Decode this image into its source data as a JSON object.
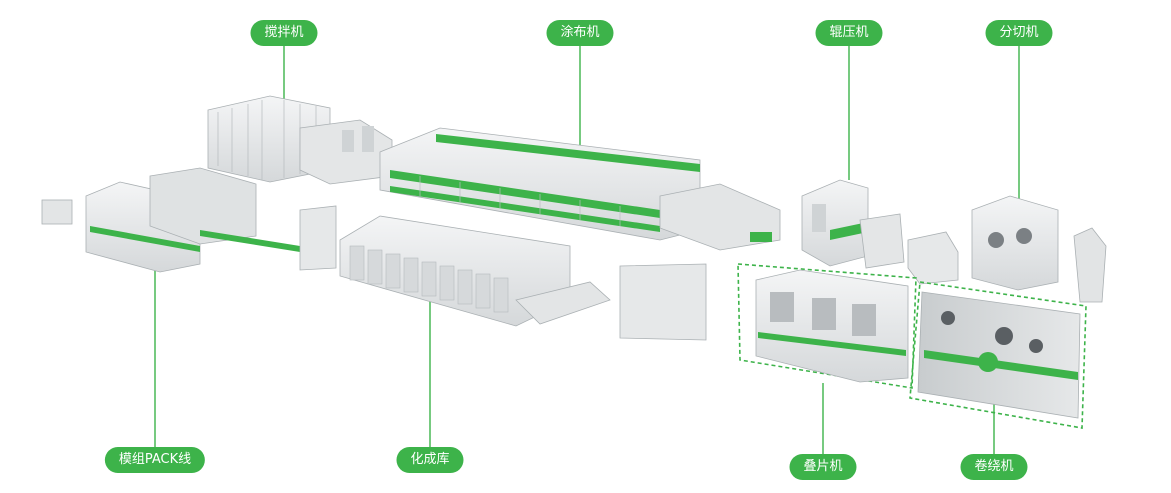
{
  "labels": {
    "mixer": "搅拌机",
    "coater": "涂布机",
    "roller_press": "辊压机",
    "slitter": "分切机",
    "module_pack_line": "模组PACK线",
    "formation_warehouse": "化成库",
    "stacking_machine": "叠片机",
    "winding_machine": "卷绕机"
  },
  "colors": {
    "accent_green": "#3db34a",
    "machine_body": "#e9ebec",
    "machine_shadow": "#c9cdd0",
    "background": "#ffffff"
  }
}
